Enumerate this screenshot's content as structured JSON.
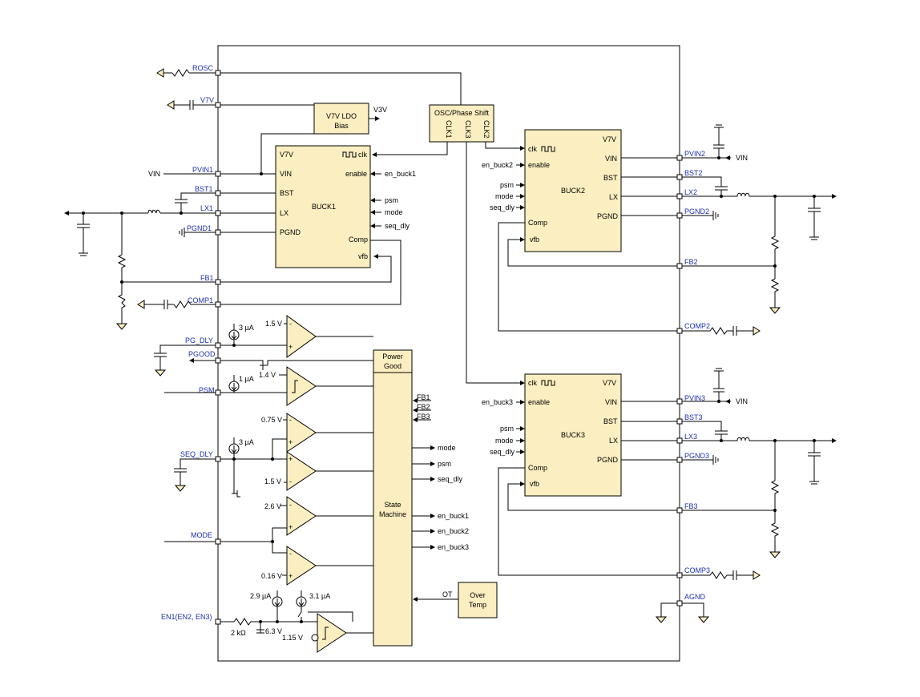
{
  "pins_left": {
    "rosc": "ROSC",
    "v7v": "V7V",
    "pvin1": "PVIN1",
    "bst1": "BST1",
    "lx1": "LX1",
    "pgnd1": "PGND1",
    "fb1": "FB1",
    "comp1": "COMP1",
    "pg_dly": "PG_DLY",
    "pgood": "PGOOD",
    "psm": "PSM",
    "seq_dly": "SEQ_DLY",
    "mode": "MODE",
    "en1": "EN1(EN2, EN3)"
  },
  "pins_right": {
    "pvin2": "PVIN2",
    "bst2": "BST2",
    "lx2": "LX2",
    "pgnd2": "PGND2",
    "fb2": "FB2",
    "comp2": "COMP2",
    "pvin3": "PVIN3",
    "bst3": "BST3",
    "lx3": "LX3",
    "pgnd3": "PGND3",
    "fb3": "FB3",
    "comp3": "COMP3",
    "agnd": "AGND"
  },
  "ldo": {
    "line1": "V7V LDO",
    "line2": "Bias",
    "out": "V3V"
  },
  "osc": {
    "title": "OSC/Phase Shift",
    "clk1": "CLK1",
    "clk3": "CLK3",
    "clk2": "CLK2"
  },
  "buck1": {
    "name": "BUCK1",
    "v7v": "V7V",
    "vin": "VIN",
    "bst": "BST",
    "lx": "LX",
    "pgnd": "PGND",
    "clk": "clk",
    "enable": "enable",
    "comp": "Comp",
    "vfb": "vfb"
  },
  "buck1_ext": {
    "en": "en_buck1",
    "psm": "psm",
    "mode": "mode",
    "seq": "seq_dly"
  },
  "buck2": {
    "name": "BUCK2",
    "clk": "clk",
    "enable": "enable",
    "psm": "psm",
    "mode": "mode",
    "seq": "seq_dly",
    "comp": "Comp",
    "vfb": "vfb",
    "v7v": "V7V",
    "vin": "VIN",
    "bst": "BST",
    "lx": "LX",
    "pgnd": "PGND"
  },
  "buck2_ext": {
    "en": "en_buck2",
    "psm": "psm",
    "mode": "mode",
    "seq": "seq_dly"
  },
  "buck3": {
    "name": "BUCK3",
    "clk": "clk",
    "enable": "enable",
    "psm": "psm",
    "mode": "mode",
    "seq": "seq_dly",
    "comp": "Comp",
    "vfb": "vfb",
    "v7v": "V7V",
    "vin": "VIN",
    "bst": "BST",
    "lx": "LX",
    "pgnd": "PGND"
  },
  "buck3_ext": {
    "en": "en_buck3",
    "psm": "psm",
    "mode": "mode",
    "seq": "seq_dly"
  },
  "ext": {
    "vin_left": "VIN",
    "vin2": "VIN",
    "vin3": "VIN"
  },
  "power_good": {
    "line1": "Power",
    "line2": "Good"
  },
  "state_machine": {
    "line1": "State",
    "line2": "Machine"
  },
  "sm_inputs": [
    "FB1",
    "FB2",
    "FB3"
  ],
  "sm_outputs": [
    "mode",
    "psm",
    "seq_dly",
    "en_buck1",
    "en_buck2",
    "en_buck3"
  ],
  "over_temp": {
    "line1": "Over",
    "line2": "Temp",
    "ot": "OT"
  },
  "analog": {
    "i_pg": "3 µA",
    "i_psm": "1 µA",
    "i_seq": "3 µA",
    "i_en1": "2.9 µA",
    "i_en2": "3.1 µA",
    "v_pg": "1.5 V",
    "v_psm": "1.4 V",
    "v_seq1": "0.75 V",
    "v_seq2": "1.5 V",
    "v_mode1": "2.6 V",
    "v_mode2": "0.16 V",
    "v_en": "1.15 V",
    "r_en": "2 kΩ",
    "z_en": "6.3 V"
  },
  "colors": {
    "block_fill": "#fbeec0",
    "pin_label": "#1a2fb0",
    "wire": "#000000"
  }
}
